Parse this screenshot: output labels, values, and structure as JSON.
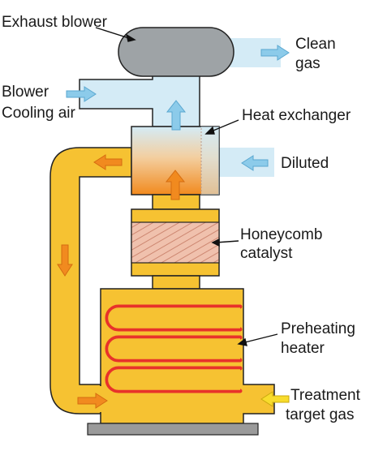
{
  "labels": {
    "exhaust_blower": "Exhaust blower",
    "clean_gas": [
      "Clean",
      "gas"
    ],
    "blower_cooling_air": [
      "Blower",
      "Cooling air"
    ],
    "heat_exchanger": "Heat exchanger",
    "diluted": "Diluted",
    "honeycomb_catalyst": [
      "Honeycomb",
      "catalyst"
    ],
    "preheating_heater": [
      "Preheating",
      "heater"
    ],
    "treatment_target_gas": [
      "Treatment",
      "target gas"
    ]
  },
  "colors": {
    "vessel_yellow": "#f6c232",
    "vessel_yellow_light": "#f9d54d",
    "outline": "#222222",
    "blower_gray": "#9ea3a6",
    "light_blue_duct": "#d4ebf6",
    "heater_coil_red": "#e8322a",
    "flow_arrow_orange": "#f18a1f",
    "flow_arrow_blue": "#8ccbea",
    "inlet_arrow_yellow": "#f8dc2c",
    "catalyst_pink": "#f0c1ad",
    "catalyst_hatch": "#c9806a",
    "base_gray": "#9a9a9a"
  }
}
